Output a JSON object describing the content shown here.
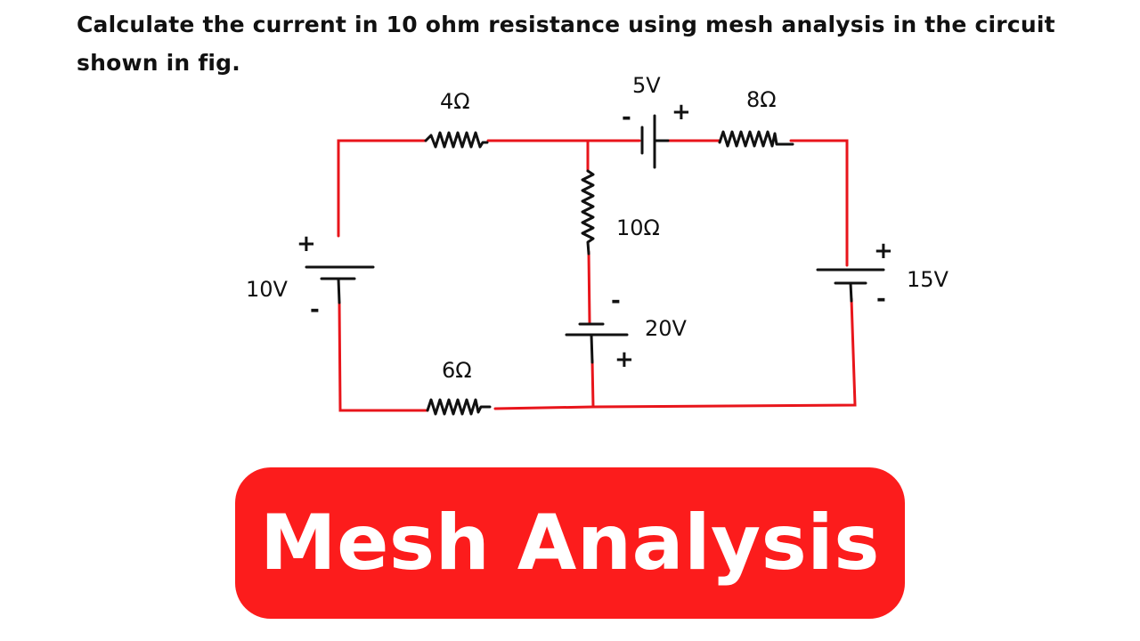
{
  "question": {
    "text": "Calculate the current in 10 ohm resistance using mesh analysis in the circuit shown in fig."
  },
  "circuit": {
    "components": {
      "r_top_left": {
        "label": "4Ω",
        "type": "resistor",
        "value_ohm": 4
      },
      "battery_top": {
        "label": "5V",
        "type": "battery",
        "value_v": 5,
        "left_sign": "-",
        "right_sign": "+"
      },
      "r_top_right": {
        "label": "8Ω",
        "type": "resistor",
        "value_ohm": 8
      },
      "r_middle": {
        "label": "10Ω",
        "type": "resistor",
        "value_ohm": 10
      },
      "battery_left": {
        "label": "10V",
        "type": "battery",
        "value_v": 10,
        "top_sign": "+",
        "bottom_sign": "-"
      },
      "battery_middle": {
        "label": "20V",
        "type": "battery",
        "value_v": 20,
        "top_sign": "-",
        "bottom_sign": "+"
      },
      "battery_right": {
        "label": "15V",
        "type": "battery",
        "value_v": 15,
        "top_sign": "+",
        "bottom_sign": "-"
      },
      "r_bottom_left": {
        "label": "6Ω",
        "type": "resistor",
        "value_ohm": 6
      }
    },
    "colors": {
      "wire": "#e8151b",
      "ink": "#111111"
    }
  },
  "banner": {
    "text": "Mesh Analysis",
    "color": "#fc1c1c"
  }
}
